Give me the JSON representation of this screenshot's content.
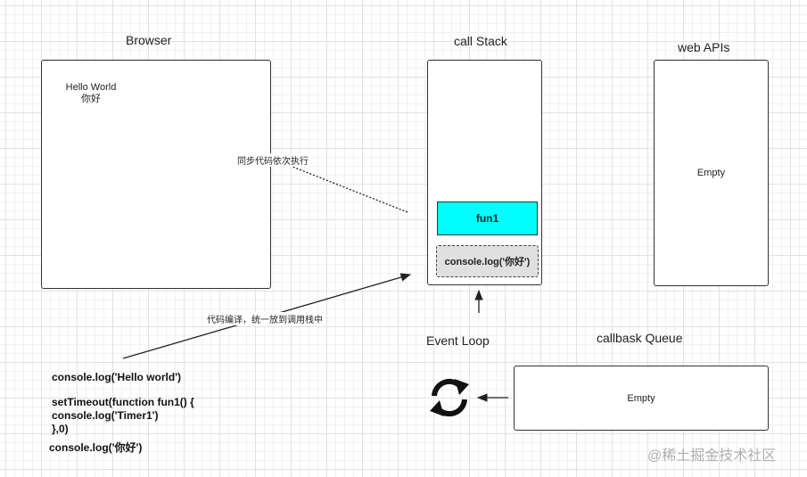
{
  "browser": {
    "title": "Browser",
    "output_lines": [
      "Hello World",
      "你好"
    ]
  },
  "call_stack": {
    "title": "call Stack",
    "frames": [
      {
        "label": "fun1",
        "fill": "#00ffff"
      },
      {
        "label": "console.log('你好')",
        "fill": "#e0e0e0"
      }
    ]
  },
  "web_apis": {
    "title": "web APIs",
    "content": "Empty"
  },
  "event_loop": {
    "title": "Event Loop",
    "icon": "refresh-cycle-icon"
  },
  "callback_queue": {
    "title": "callbask Queue",
    "content": "Empty"
  },
  "arrows": {
    "sync_label": "同步代码依次执行",
    "compile_label": "代码编译，统一放到调用栈中"
  },
  "code": {
    "line1": "console.log('Hello world')",
    "line2": "setTimeout(function fun1() {",
    "line3": "console.log('Timer1')",
    "line4": "},0)",
    "line5": "console.log('你好')"
  },
  "watermark": "@稀土掘金技术社区",
  "colors": {
    "stack_top": "#00ffff",
    "stack_bottom": "#e0e0e0",
    "stroke": "#333333"
  }
}
